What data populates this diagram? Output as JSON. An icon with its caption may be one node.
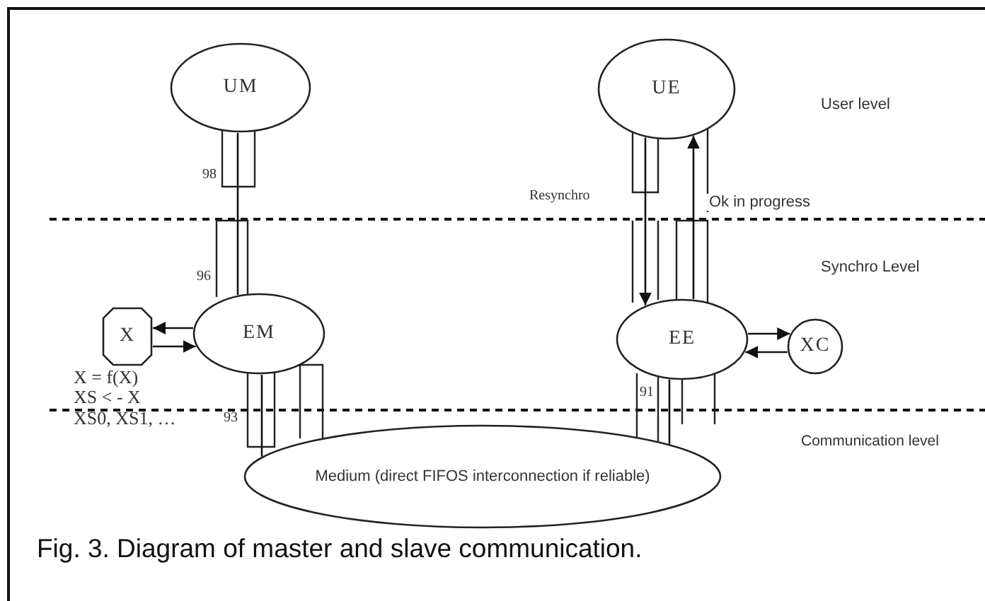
{
  "diagram": {
    "caption": "Fig. 3. Diagram of master and slave communication.",
    "nodes": [
      {
        "text": [
          "UM"
        ]
      },
      {
        "text": [
          "UE"
        ]
      },
      {
        "text": [
          "EM"
        ]
      },
      {
        "text": [
          "X"
        ]
      },
      {
        "text": [
          "EE"
        ]
      },
      {
        "text": [
          "XC"
        ]
      },
      {
        "text": [
          "Medium (direct FIFOS interconnection if reliable)"
        ]
      }
    ],
    "edges": [
      {
        "from": 0,
        "to": 2,
        "arrow": "none"
      },
      {
        "from": 2,
        "to": 6,
        "arrow": "none"
      },
      {
        "from": 1,
        "to": 4,
        "arrow": "to",
        "label": "Resynchro"
      },
      {
        "from": 4,
        "to": 1,
        "arrow": "to",
        "label": "Ok in progress"
      },
      {
        "from": 4,
        "to": 6,
        "arrow": "none"
      },
      {
        "from": 2,
        "to": 3,
        "arrow": "to"
      },
      {
        "from": 3,
        "to": 2,
        "arrow": "to"
      },
      {
        "from": 4,
        "to": 5,
        "arrow": "to"
      },
      {
        "from": 5,
        "to": 4,
        "arrow": "to"
      }
    ],
    "labels": [
      "User level",
      "Synchro Level",
      "Communication level",
      "98",
      "96",
      "93",
      "91",
      "X = f(X)",
      "XS < - X",
      "XS0, XS1, …"
    ]
  }
}
